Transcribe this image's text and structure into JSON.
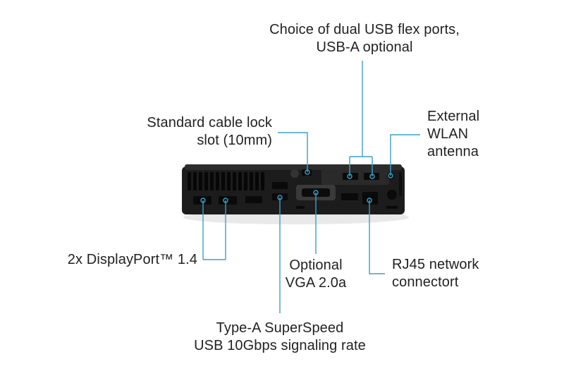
{
  "callouts": {
    "usb_flex": {
      "line1": "Choice of dual USB flex ports,",
      "line2": "USB-A optional"
    },
    "cable_lock": {
      "line1": "Standard cable lock",
      "line2": "slot (10mm)"
    },
    "wlan": {
      "line1": "External",
      "line2": "WLAN",
      "line3": "antenna"
    },
    "displayport": {
      "line1": "2x DisplayPort™ 1.4"
    },
    "vga": {
      "line1": "Optional",
      "line2": "VGA 2.0a"
    },
    "rj45": {
      "line1": "RJ45 network",
      "line2": "connectort"
    },
    "usb_a": {
      "line1": "Type-A SuperSpeed",
      "line2": "USB 10Gbps signaling rate"
    }
  },
  "colors": {
    "callout_line": "#3aa0c8",
    "device_body": "#1c1c1d",
    "device_face": "#262627",
    "port": "#0d0d0d",
    "background": "#ffffff",
    "text": "#222222"
  }
}
